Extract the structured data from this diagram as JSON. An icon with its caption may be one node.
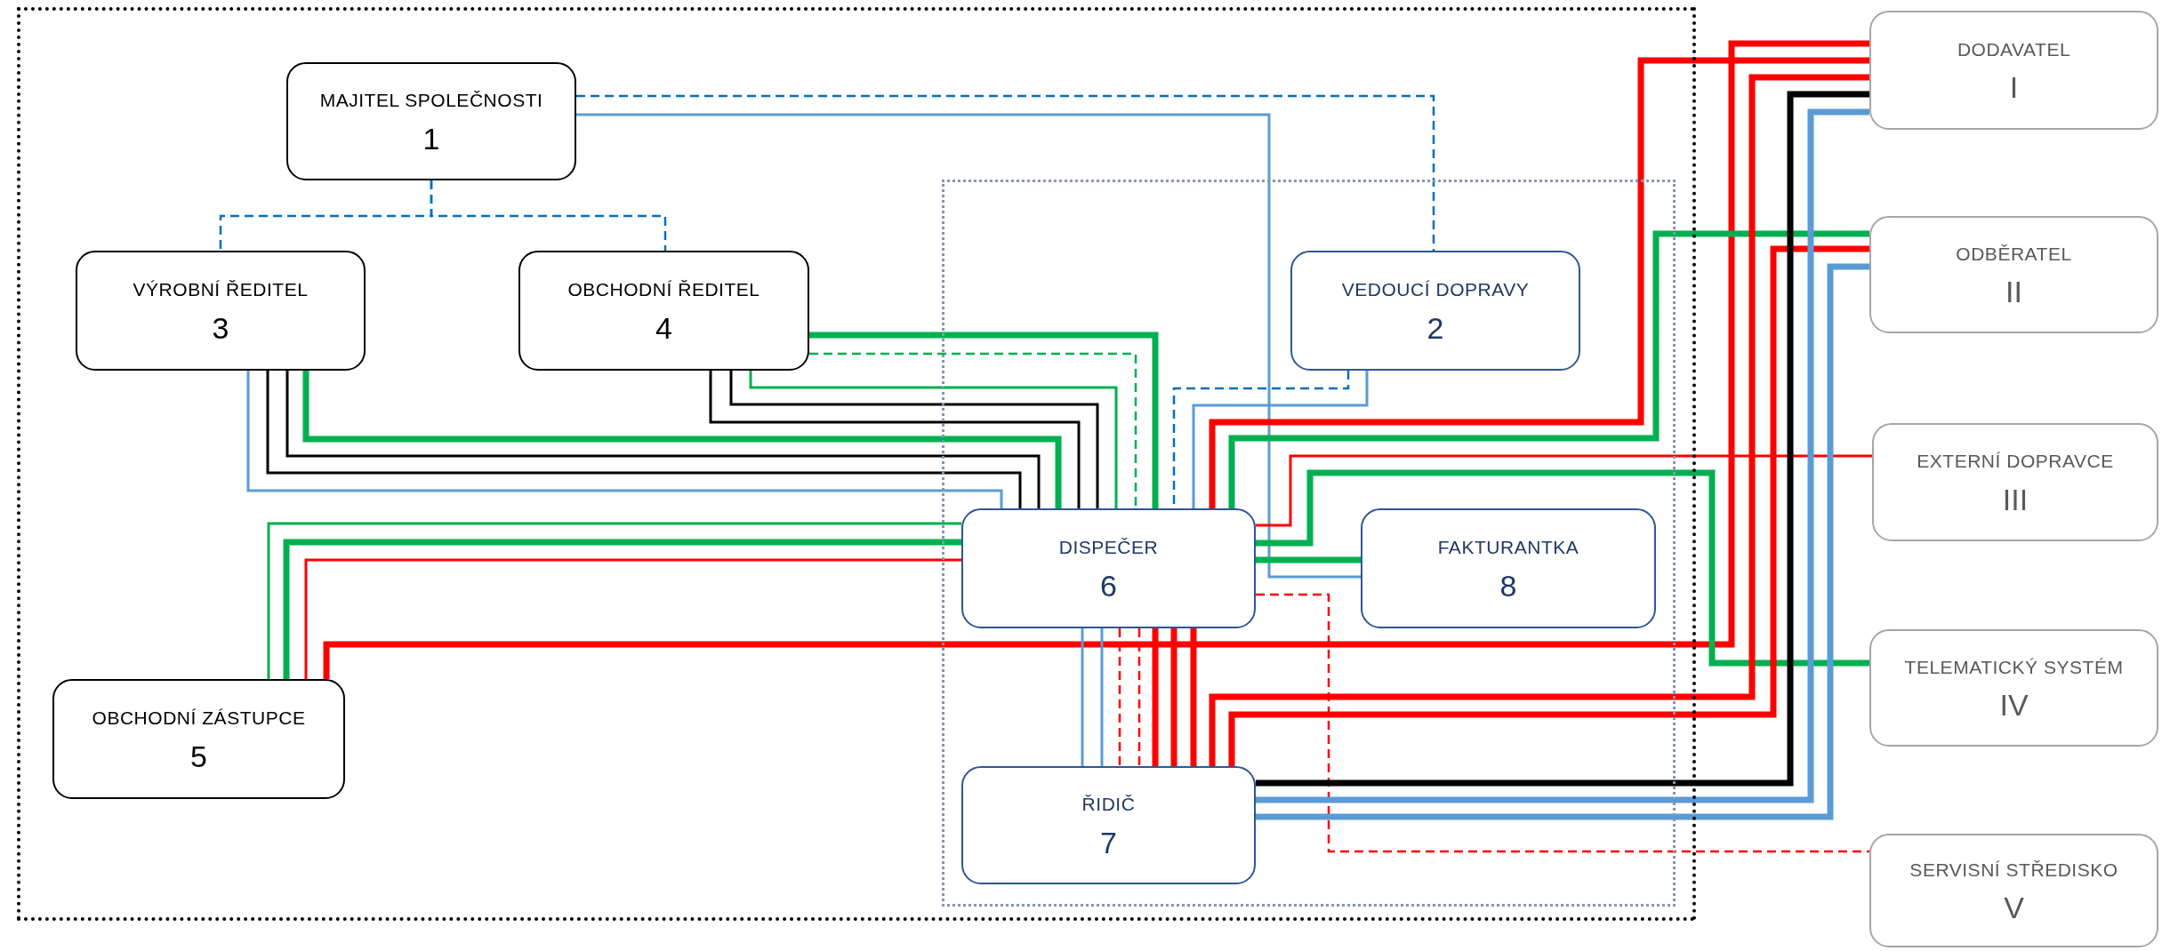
{
  "diagram": {
    "nodes": [
      {
        "text": [],
        "shape": "box"
      },
      {
        "text": [
          "MAJITEL SPOLEČNOSTI",
          "1"
        ],
        "in": 0
      },
      {
        "text": [
          "VÝROBNÍ ŘEDITEL",
          "3"
        ],
        "in": 0
      },
      {
        "text": [
          "OBCHODNÍ ŘEDITEL",
          "4"
        ],
        "in": 0
      },
      {
        "text": [],
        "shape": "box",
        "in": 0
      },
      {
        "text": [
          "VEDOUCÍ DOPRAVY",
          "2"
        ],
        "in": 4
      },
      {
        "text": [
          "OBCHODNÍ ZÁSTUPCE",
          "5"
        ],
        "in": 0
      },
      {
        "text": [
          "DISPEČER",
          "6"
        ],
        "in": 4
      },
      {
        "text": [
          "FAKTURANTKA",
          "8"
        ],
        "in": 4
      },
      {
        "text": [
          "ŘIDIČ",
          "7"
        ],
        "in": 4
      },
      {
        "text": [
          "DODAVATEL",
          "I"
        ]
      },
      {
        "text": [
          "ODBĚRATEL",
          "II"
        ]
      },
      {
        "text": [
          "EXTERNÍ DOPRAVCE",
          "III"
        ]
      },
      {
        "text": [
          "TELEMATICKÝ SYSTÉM",
          "IV"
        ]
      },
      {
        "text": [
          "SERVISNÍ STŘEDISKO",
          "V"
        ]
      }
    ],
    "edges": [
      {
        "from": 1,
        "to": 5,
        "arrow": "none",
        "style": "dashed",
        "color": "#0070c0"
      },
      {
        "from": 1,
        "to": 8,
        "arrow": "none",
        "color": "#5b9bd5"
      },
      {
        "from": 1,
        "to": 2,
        "arrow": "none",
        "style": "dashed",
        "color": "#0070c0"
      },
      {
        "from": 1,
        "to": 3,
        "arrow": "none",
        "style": "dashed",
        "color": "#0070c0"
      },
      {
        "from": 5,
        "to": 7,
        "arrow": "none",
        "style": "dashed",
        "color": "#0070c0"
      },
      {
        "from": 5,
        "to": 7,
        "arrow": "none",
        "color": "#5b9bd5"
      },
      {
        "from": 2,
        "to": 7,
        "arrow": "none",
        "color": "#5b9bd5"
      },
      {
        "from": 2,
        "to": 7,
        "arrow": "none",
        "color": "#000000"
      },
      {
        "from": 2,
        "to": 7,
        "arrow": "none",
        "color": "#000000"
      },
      {
        "from": 2,
        "to": 7,
        "arrow": "none",
        "style": "thick",
        "color": "#00b050"
      },
      {
        "from": 3,
        "to": 7,
        "arrow": "none",
        "color": "#000000"
      },
      {
        "from": 3,
        "to": 7,
        "arrow": "none",
        "color": "#000000"
      },
      {
        "from": 3,
        "to": 7,
        "arrow": "none",
        "color": "#00b050"
      },
      {
        "from": 3,
        "to": 7,
        "arrow": "none",
        "style": "dashed",
        "color": "#00b050"
      },
      {
        "from": 3,
        "to": 7,
        "arrow": "none",
        "style": "thick",
        "color": "#00b050"
      },
      {
        "from": 6,
        "to": 7,
        "arrow": "none",
        "color": "#00b050"
      },
      {
        "from": 6,
        "to": 7,
        "arrow": "none",
        "style": "thick",
        "color": "#00b050"
      },
      {
        "from": 6,
        "to": 7,
        "arrow": "none"
      },
      {
        "from": 6,
        "to": 10,
        "arrow": "none",
        "style": "thick"
      },
      {
        "from": 7,
        "to": 8,
        "arrow": "none",
        "style": "thick",
        "color": "#00b050"
      },
      {
        "from": 7,
        "to": 10,
        "arrow": "none",
        "style": "thick"
      },
      {
        "from": 7,
        "to": 11,
        "arrow": "none",
        "style": "thick",
        "color": "#00b050"
      },
      {
        "from": 7,
        "to": 12,
        "arrow": "none"
      },
      {
        "from": 7,
        "to": 13,
        "arrow": "none",
        "style": "thick",
        "color": "#00b050"
      },
      {
        "from": 7,
        "to": 14,
        "arrow": "none",
        "style": "dashed"
      },
      {
        "from": 7,
        "to": 9,
        "arrow": "none",
        "color": "#5b9bd5"
      },
      {
        "from": 7,
        "to": 9,
        "arrow": "none",
        "color": "#5b9bd5"
      },
      {
        "from": 7,
        "to": 9,
        "arrow": "none",
        "style": "dashed"
      },
      {
        "from": 7,
        "to": 9,
        "arrow": "none",
        "style": "dashed"
      },
      {
        "from": 7,
        "to": 9,
        "arrow": "none",
        "style": "thick"
      },
      {
        "from": 7,
        "to": 9,
        "arrow": "none",
        "style": "thick"
      },
      {
        "from": 7,
        "to": 9,
        "arrow": "none",
        "style": "thick"
      },
      {
        "from": 9,
        "to": 10,
        "arrow": "none",
        "style": "thick"
      },
      {
        "from": 9,
        "to": 11,
        "arrow": "none",
        "style": "thick"
      },
      {
        "from": 9,
        "to": 10,
        "arrow": "none",
        "style": "thick",
        "color": "#000000"
      },
      {
        "from": 9,
        "to": 10,
        "arrow": "none",
        "style": "thick",
        "color": "#5b9bd5"
      },
      {
        "from": 9,
        "to": 11,
        "arrow": "none",
        "style": "thick",
        "color": "#5b9bd5"
      }
    ]
  }
}
